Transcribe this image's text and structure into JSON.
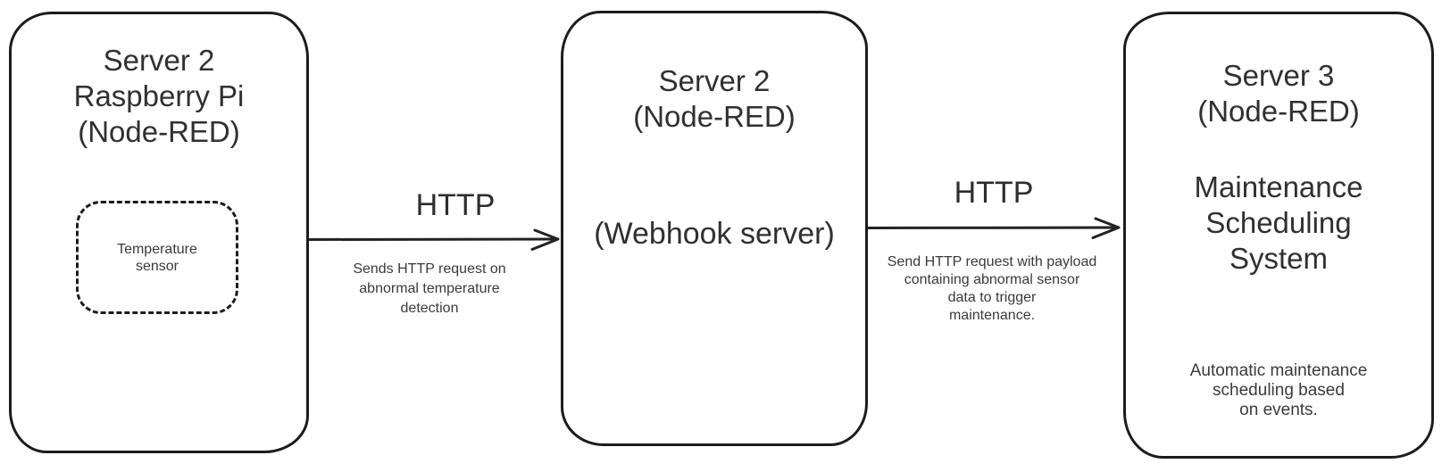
{
  "diagram": {
    "background": "#ffffff",
    "stroke_color": "#1c1c1c",
    "text_color": "#303030",
    "nodes": [
      {
        "id": "server2-raspberry-pi",
        "title_lines": [
          "Server 2",
          "Raspberry Pi",
          "(Node-RED)"
        ],
        "inner_node": {
          "id": "temperature-sensor",
          "label_lines": [
            "Temperature",
            "sensor"
          ]
        }
      },
      {
        "id": "server2-webhook",
        "title_lines": [
          "Server 2",
          "(Node-RED)"
        ],
        "subtitle": "(Webhook server)"
      },
      {
        "id": "server3-maintenance",
        "title_lines": [
          "Server 3",
          "(Node-RED)"
        ],
        "subtitle_lines": [
          "Maintenance",
          "Scheduling",
          "System"
        ],
        "note_lines": [
          "Automatic maintenance",
          "scheduling based",
          "on events."
        ]
      }
    ],
    "edges": [
      {
        "label": "HTTP",
        "description_lines": [
          "Sends HTTP request on",
          "abnormal temperature",
          "detection"
        ]
      },
      {
        "label": "HTTP",
        "description_lines": [
          "Send HTTP request with payload",
          "containing abnormal sensor",
          "data to trigger",
          "maintenance."
        ]
      }
    ]
  }
}
